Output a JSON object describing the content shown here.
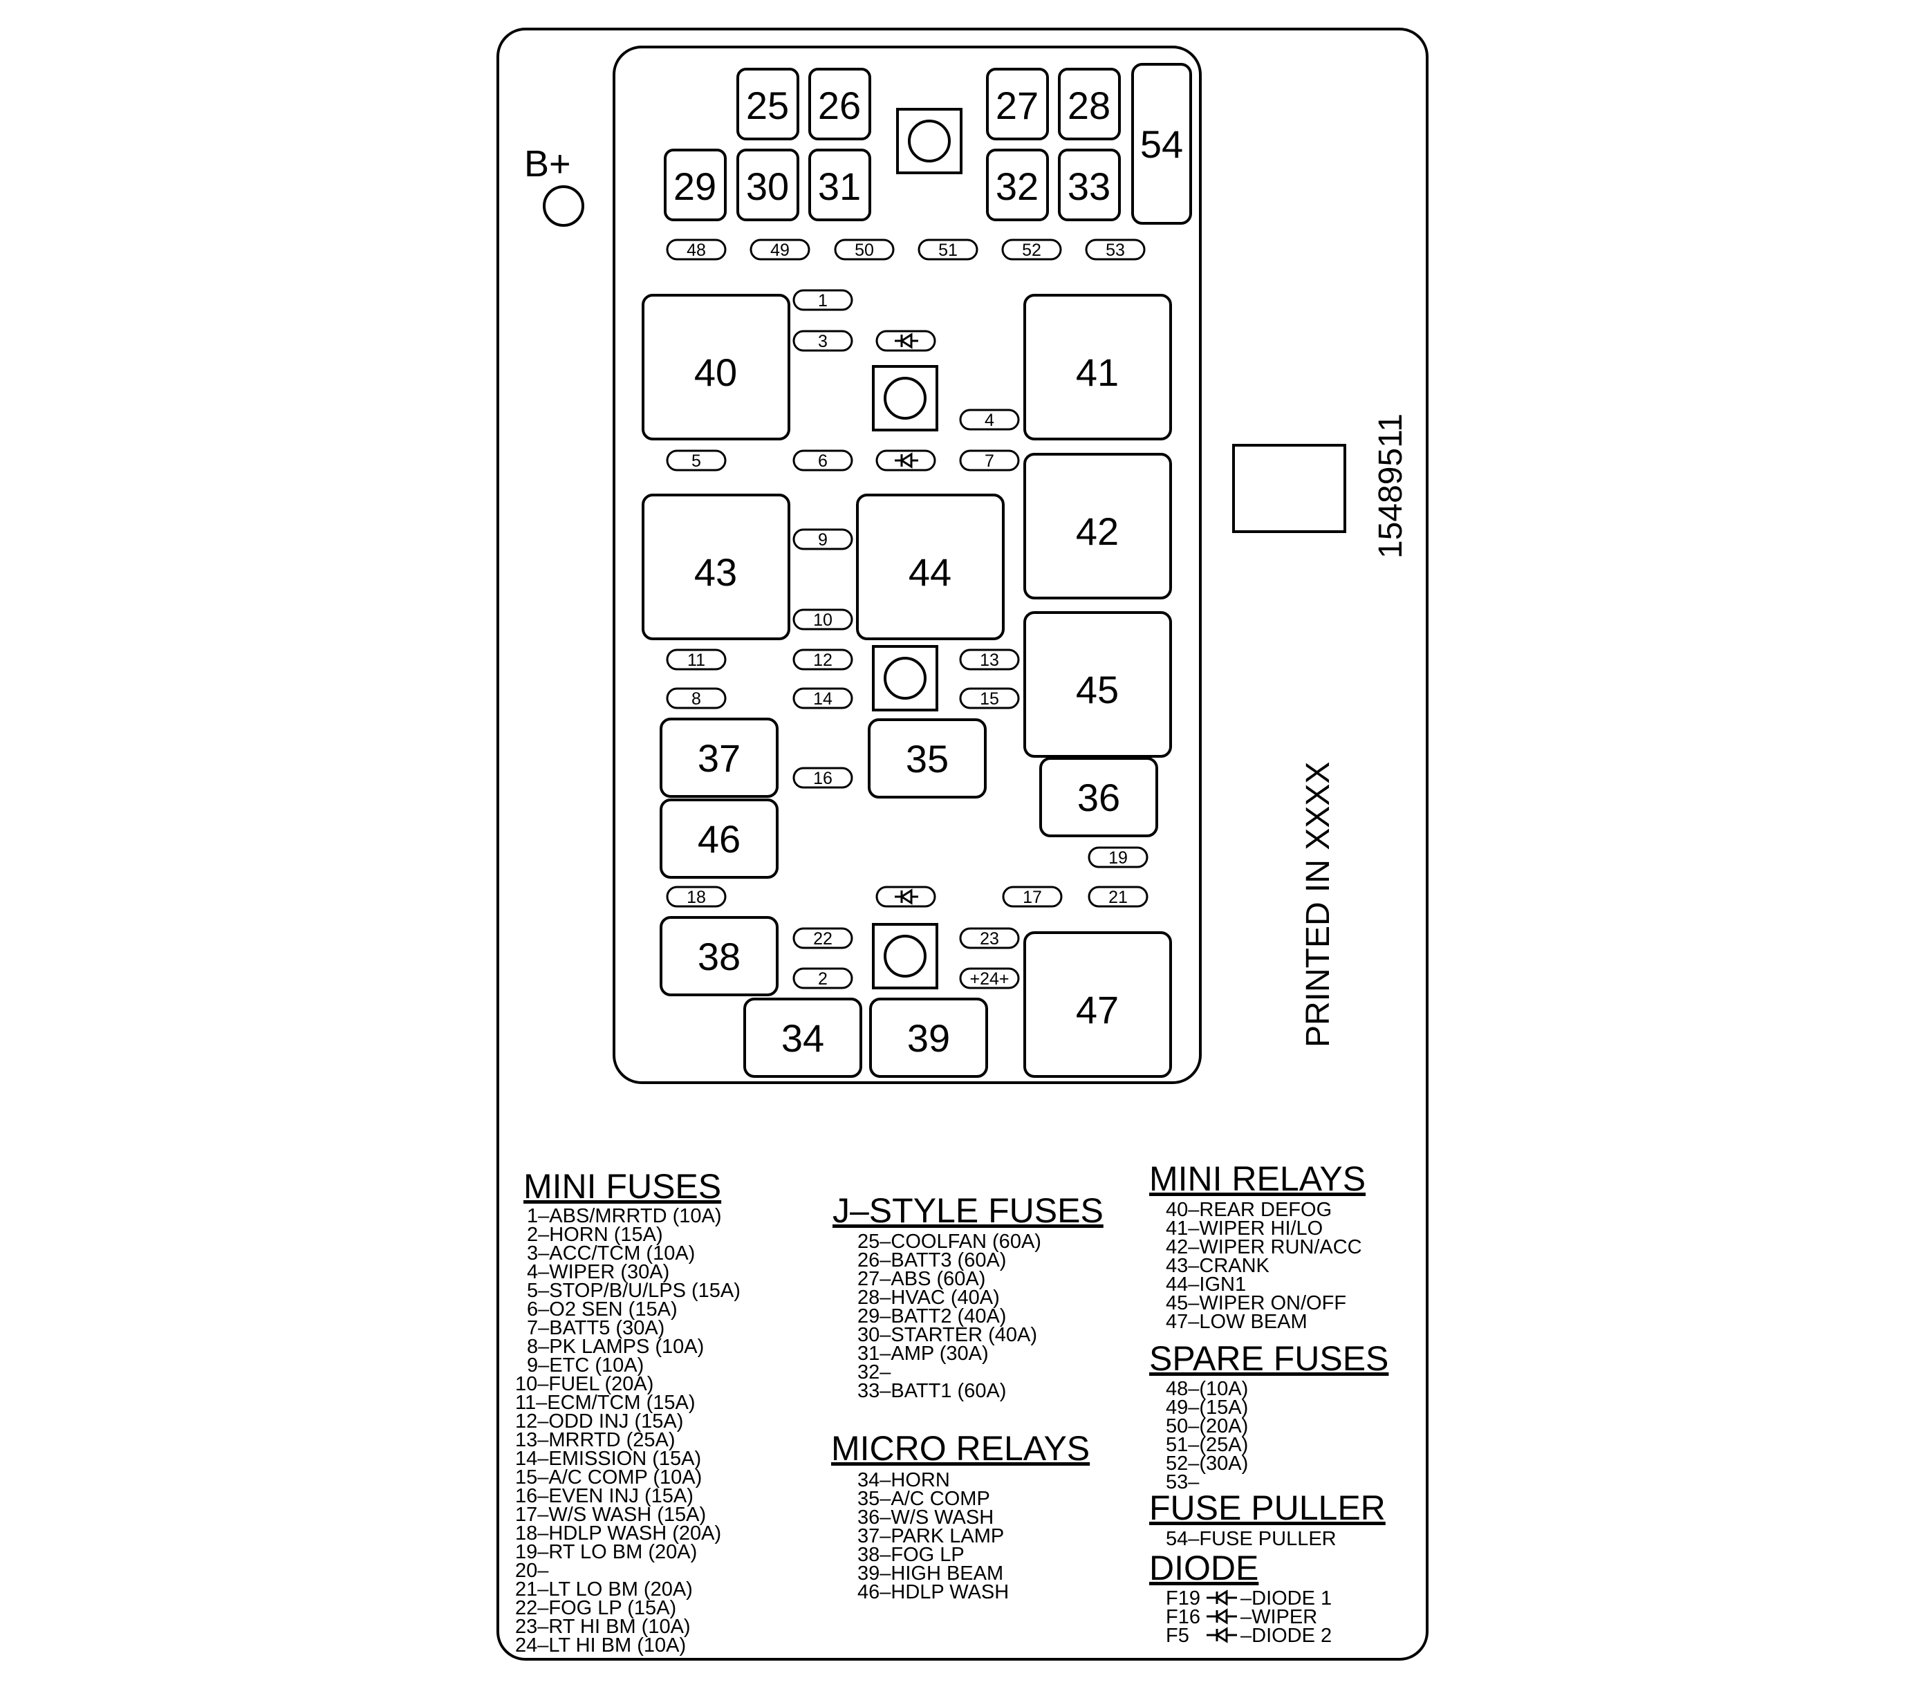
{
  "diagram": {
    "bplus_label": "B+",
    "part_number": "15489511",
    "printed_note": "PRINTED IN XXXX",
    "large_relays": [
      {
        "id": "40"
      },
      {
        "id": "41"
      },
      {
        "id": "42"
      },
      {
        "id": "43"
      },
      {
        "id": "44"
      },
      {
        "id": "45"
      },
      {
        "id": "47"
      }
    ],
    "small_relays": [
      {
        "id": "34"
      },
      {
        "id": "35"
      },
      {
        "id": "36"
      },
      {
        "id": "37"
      },
      {
        "id": "38"
      },
      {
        "id": "39"
      },
      {
        "id": "46"
      }
    ],
    "jstyle_fuses": [
      {
        "id": "25"
      },
      {
        "id": "26"
      },
      {
        "id": "27"
      },
      {
        "id": "28"
      },
      {
        "id": "29"
      },
      {
        "id": "30"
      },
      {
        "id": "31"
      },
      {
        "id": "32"
      },
      {
        "id": "33"
      }
    ],
    "fuse_puller": {
      "id": "54"
    },
    "mini_fuses": [
      {
        "id": "48"
      },
      {
        "id": "49"
      },
      {
        "id": "50"
      },
      {
        "id": "51"
      },
      {
        "id": "52"
      },
      {
        "id": "53"
      },
      {
        "id": "1"
      },
      {
        "id": "3"
      },
      {
        "id": "4"
      },
      {
        "id": "5"
      },
      {
        "id": "6"
      },
      {
        "id": "7"
      },
      {
        "id": "9"
      },
      {
        "id": "10"
      },
      {
        "id": "11"
      },
      {
        "id": "12"
      },
      {
        "id": "13"
      },
      {
        "id": "8"
      },
      {
        "id": "14"
      },
      {
        "id": "15"
      },
      {
        "id": "16"
      },
      {
        "id": "19"
      },
      {
        "id": "18"
      },
      {
        "id": "17"
      },
      {
        "id": "21"
      },
      {
        "id": "22"
      },
      {
        "id": "23"
      },
      {
        "id": "2"
      },
      {
        "id": "+24+"
      }
    ]
  },
  "legend": {
    "mini_fuses": {
      "title": "MINI FUSES",
      "items": [
        "1–ABS/MRRTD (10A)",
        "2–HORN (15A)",
        "3–ACC/TCM (10A)",
        "4–WIPER (30A)",
        "5–STOP/B/U/LPS (15A)",
        "6–O2 SEN (15A)",
        "7–BATT5 (30A)",
        "8–PK LAMPS (10A)",
        "9–ETC (10A)",
        "10–FUEL (20A)",
        "11–ECM/TCM (15A)",
        "12–ODD INJ (15A)",
        "13–MRRTD (25A)",
        "14–EMISSION (15A)",
        "15–A/C COMP (10A)",
        "16–EVEN INJ (15A)",
        "17–W/S WASH (15A)",
        "18–HDLP WASH (20A)",
        "19–RT LO BM (20A)",
        "20–",
        "21–LT LO BM (20A)",
        "22–FOG LP (15A)",
        "23–RT HI BM (10A)",
        "24–LT HI BM (10A)"
      ]
    },
    "jstyle_fuses": {
      "title": "J–STYLE FUSES",
      "items": [
        "25–COOLFAN (60A)",
        "26–BATT3 (60A)",
        "27–ABS (60A)",
        "28–HVAC (40A)",
        "29–BATT2 (40A)",
        "30–STARTER (40A)",
        "31–AMP (30A)",
        "32–",
        "33–BATT1 (60A)"
      ]
    },
    "micro_relays": {
      "title": "MICRO RELAYS",
      "items": [
        "34–HORN",
        "35–A/C COMP",
        "36–W/S WASH",
        "37–PARK LAMP",
        "38–FOG LP",
        "39–HIGH BEAM",
        "46–HDLP WASH"
      ]
    },
    "mini_relays": {
      "title": "MINI RELAYS",
      "items": [
        "40–REAR DEFOG",
        "41–WIPER HI/LO",
        "42–WIPER RUN/ACC",
        "43–CRANK",
        "44–IGN1",
        "45–WIPER ON/OFF",
        "47–LOW BEAM"
      ]
    },
    "spare_fuses": {
      "title": "SPARE FUSES",
      "items": [
        "48–(10A)",
        "49–(15A)",
        "50–(20A)",
        "51–(25A)",
        "52–(30A)",
        "53–"
      ]
    },
    "fuse_puller": {
      "title": "FUSE PULLER",
      "items": [
        "54–FUSE PULLER"
      ]
    },
    "diode": {
      "title": "DIODE",
      "items": [
        {
          "code": "F19",
          "desc": "–DIODE 1"
        },
        {
          "code": "F16",
          "desc": "–WIPER"
        },
        {
          "code": "F5",
          "desc": "–DIODE 2"
        }
      ]
    }
  }
}
